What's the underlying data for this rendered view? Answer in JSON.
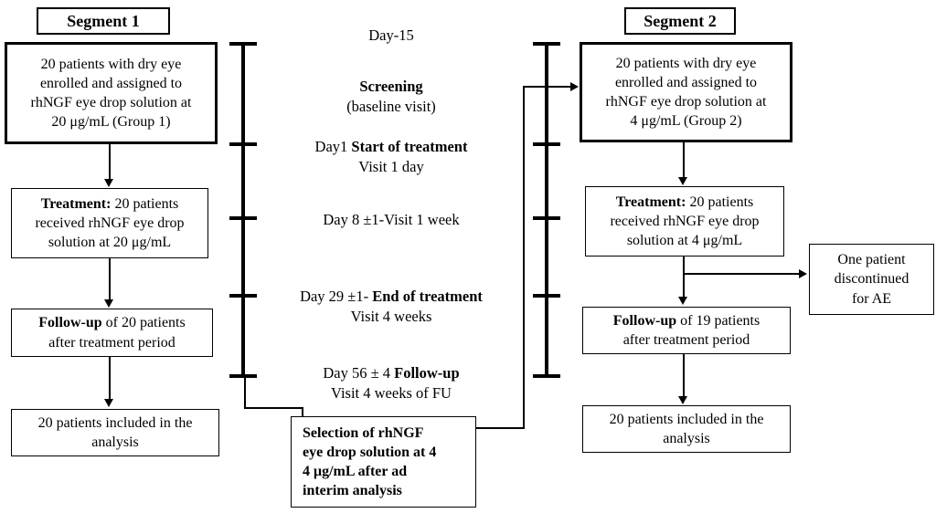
{
  "colors": {
    "line": "#000000",
    "background": "#ffffff"
  },
  "segment1": {
    "title": "Segment 1",
    "enroll": "20 patients with dry eye\nenrolled and assigned to\nrhNGF eye drop solution at\n20 μg/mL (Group 1)",
    "treatment_bold": "Treatment:",
    "treatment_rest": " 20 patients\nreceived rhNGF eye drop\nsolution at 20 μg/mL",
    "followup_bold": "Follow-up",
    "followup_rest": " of 20 patients\nafter treatment period",
    "analysis": "20 patients included in the\nanalysis"
  },
  "segment2": {
    "title": "Segment 2",
    "enroll": "20 patients with dry eye\nenrolled and assigned to\nrhNGF eye drop solution at\n4 μg/mL (Group 2)",
    "treatment_bold": "Treatment:",
    "treatment_rest": " 20 patients\nreceived rhNGF eye drop\nsolution at 4 μg/mL",
    "discontinued": "One patient\ndiscontinued\nfor AE",
    "followup_bold": "Follow-up",
    "followup_rest": " of 19 patients\nafter treatment period",
    "analysis": "20 patients included in the\nanalysis"
  },
  "timeline": {
    "day15": "Day-15",
    "screening_bold": "Screening",
    "screening_sub": "(baseline visit)",
    "day1_pre": "Day1 ",
    "day1_bold": "Start of treatment",
    "day1_sub": "Visit 1 day",
    "day8": "Day 8 ±1-Visit 1 week",
    "day29_pre": "Day 29 ±1- ",
    "day29_bold": "End of treatment",
    "day29_sub": "Visit 4 weeks",
    "day56_pre": "Day 56 ± 4 ",
    "day56_bold": "Follow-up",
    "day56_sub": "Visit 4 weeks of FU",
    "selection": "Selection of rhNGF\neye drop solution at 4\n4 μg/mL after ad\ninterim analysis"
  }
}
